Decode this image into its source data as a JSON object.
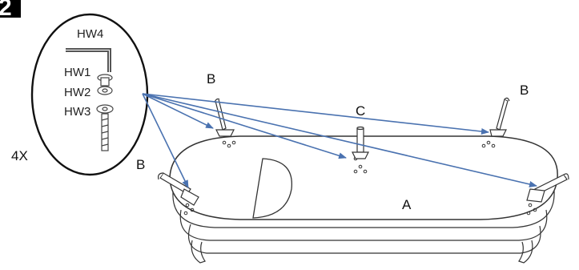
{
  "step": {
    "number": "2"
  },
  "hardware": {
    "wrench": "HW4",
    "items": [
      "HW1",
      "HW2",
      "HW3"
    ],
    "quantity": "4X"
  },
  "parts": {
    "base": "A",
    "leg": "B",
    "center_leg": "C"
  },
  "colors": {
    "arrow": "#4a72b0",
    "outline": "#1a1a1a",
    "line_art": "#333333"
  }
}
